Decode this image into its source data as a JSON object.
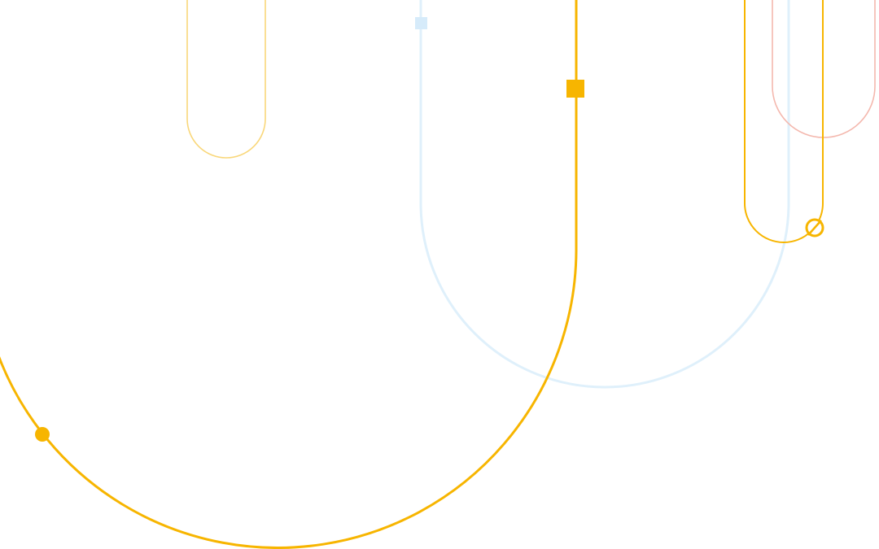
{
  "background_color": "#ffffff",
  "palette": {
    "accent_yellow": "#f7b500",
    "pale_yellow": "#f9d77a",
    "pale_blue": "#dff0fb",
    "blue_square": "#d6ebfa",
    "coral": "#f4b8ae"
  },
  "shapes": [
    "large-yellow-arc",
    "pale-yellow-capsule",
    "pale-blue-capsule",
    "yellow-capsule-right",
    "coral-capsule-right"
  ],
  "markers": [
    "yellow-dot-marker",
    "yellow-square-marker",
    "blue-square-marker",
    "yellow-slashed-circle-marker"
  ]
}
